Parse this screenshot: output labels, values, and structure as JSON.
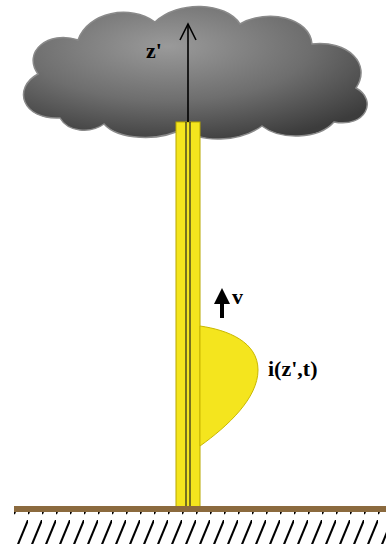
{
  "diagram": {
    "labels": [
      "z'",
      "v",
      "i(z',t)"
    ]
  }
}
